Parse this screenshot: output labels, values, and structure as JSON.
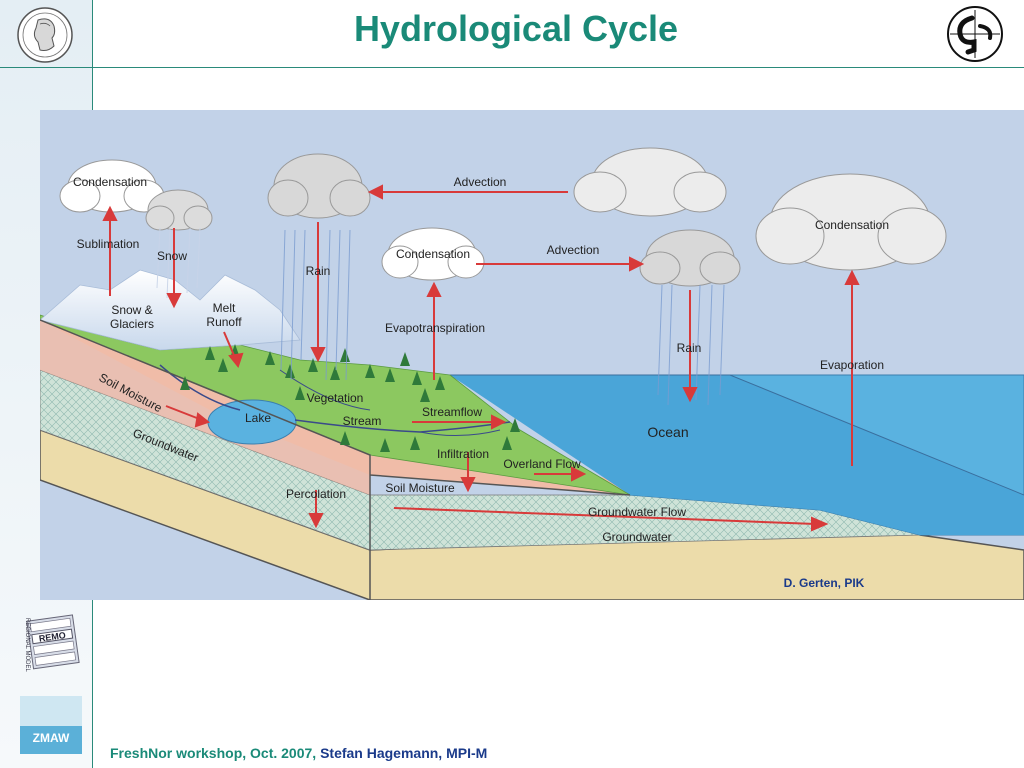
{
  "slide": {
    "title": "Hydrological Cycle",
    "footer_event": "FreshNor workshop, Oct. 2007,",
    "footer_author": "Stefan Hagemann, MPI-M"
  },
  "logos": {
    "left": "max-planck-logo",
    "right": "mpi-met-logo",
    "remo": {
      "name": "remo-logo",
      "text": "REMO",
      "caption": "REGIONAL MODEL"
    },
    "zmaw": {
      "name": "zmaw-logo",
      "text": "ZMAW"
    }
  },
  "diagram": {
    "credit": "D. Gerten, PIK",
    "labels": {
      "condensation_left": "Condensation",
      "sublimation": "Sublimation",
      "snow": "Snow",
      "snow_glaciers_1": "Snow &",
      "snow_glaciers_2": "Glaciers",
      "melt_runoff_1": "Melt",
      "melt_runoff_2": "Runoff",
      "rain_left": "Rain",
      "advection_top": "Advection",
      "condensation_mid": "Condensation",
      "advection_mid": "Advection",
      "evapotranspiration": "Evapotranspiration",
      "rain_right": "Rain",
      "condensation_right": "Condensation",
      "evaporation": "Evaporation",
      "ocean": "Ocean",
      "soil_moisture_left": "Soil Moisture",
      "groundwater_left": "Groundwater",
      "lake": "Lake",
      "vegetation": "Vegetation",
      "stream": "Stream",
      "streamflow": "Streamflow",
      "infiltration": "Infiltration",
      "overland_flow": "Overland Flow",
      "percolation": "Percolation",
      "soil_moisture_mid": "Soil Moisture",
      "groundwater_flow": "Groundwater Flow",
      "groundwater_bottom": "Groundwater"
    }
  },
  "colors": {
    "title": "#1a8a78",
    "footer_author": "#1a3a8a",
    "sky": "#c2d2e8",
    "ocean": "#5ab2e0",
    "arrow": "#d83a3a",
    "grass": "#8cc860",
    "soil": "#f0bca8",
    "groundwater": "#cfe3d8",
    "bedrock": "#ecdcaa"
  }
}
